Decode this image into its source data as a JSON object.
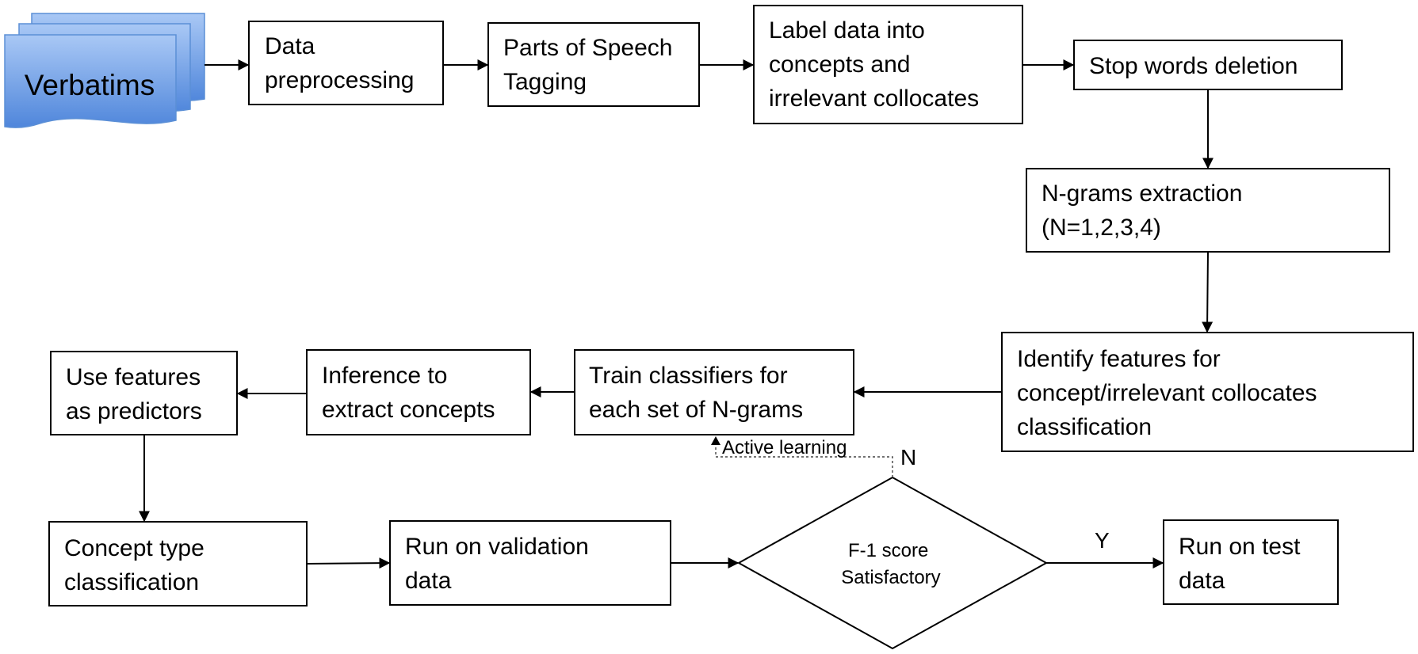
{
  "documents": {
    "label": "Verbatims"
  },
  "nodes": {
    "data_preprocessing": [
      "Data",
      "preprocessing"
    ],
    "pos_tagging": [
      "Parts of Speech",
      "Tagging"
    ],
    "label_data": [
      "Label data into",
      "concepts and",
      "irrelevant collocates"
    ],
    "stop_words": [
      "Stop words deletion"
    ],
    "ngrams": [
      "N-grams extraction",
      "(N=1,2,3,4)"
    ],
    "identify_features": [
      "Identify features for",
      "concept/irrelevant collocates",
      "classification"
    ],
    "train_classifiers": [
      "Train classifiers for",
      "each set of N-grams"
    ],
    "inference": [
      "Inference to",
      "extract concepts"
    ],
    "use_features": [
      "Use features",
      "as predictors"
    ],
    "concept_type": [
      "Concept type",
      "classification"
    ],
    "run_validation": [
      "Run on validation",
      "data"
    ],
    "f1_score": [
      "F-1 score",
      "Satisfactory"
    ],
    "run_test": [
      "Run on test",
      "data"
    ]
  },
  "edge_labels": {
    "active_learning": "Active learning",
    "no": "N",
    "yes": "Y"
  },
  "colors": {
    "document_fill_top": "#a9c8f5",
    "document_fill_bottom": "#4f86db",
    "document_stroke": "#5b8fd6",
    "line": "#000000"
  }
}
